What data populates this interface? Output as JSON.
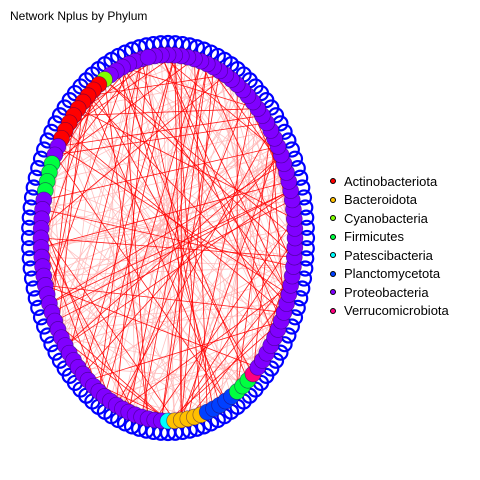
{
  "title": "Network Nplus by Phylum",
  "legend": [
    {
      "label": "Actinobacteriota",
      "color": "#ff0000"
    },
    {
      "label": "Bacteroidota",
      "color": "#ffc000"
    },
    {
      "label": "Cyanobacteria",
      "color": "#80ff00"
    },
    {
      "label": "Firmicutes",
      "color": "#00ff40"
    },
    {
      "label": "Patescibacteria",
      "color": "#00ffff"
    },
    {
      "label": "Planctomycetota",
      "color": "#0040ff"
    },
    {
      "label": "Proteobacteria",
      "color": "#8000ff"
    },
    {
      "label": "Verrucomicrobiota",
      "color": "#ff0080"
    }
  ],
  "colors": {
    "edge_strong": "#ff0000",
    "edge_weak": "#ffb3b3",
    "selfloop": "#0000ff",
    "node_border": "#6000d0"
  },
  "network": {
    "node_count": 120,
    "phylum_sequence": [
      {
        "phylum": "Proteobacteria",
        "count": 6
      },
      {
        "phylum": "Cyanobacteria",
        "count": 1
      },
      {
        "phylum": "Actinobacteriota",
        "count": 9
      },
      {
        "phylum": "Proteobacteria",
        "count": 2
      },
      {
        "phylum": "Firmicutes",
        "count": 4
      },
      {
        "phylum": "Proteobacteria",
        "count": 34
      },
      {
        "phylum": "Patescibacteria",
        "count": 1
      },
      {
        "phylum": "Bacteroidota",
        "count": 5
      },
      {
        "phylum": "Planctomycetota",
        "count": 5
      },
      {
        "phylum": "Firmicutes",
        "count": 3
      },
      {
        "phylum": "Verrucomicrobiota",
        "count": 1
      },
      {
        "phylum": "Proteobacteria",
        "count": 49
      }
    ],
    "edge_count_strong": 95,
    "edge_count_weak": 150
  }
}
